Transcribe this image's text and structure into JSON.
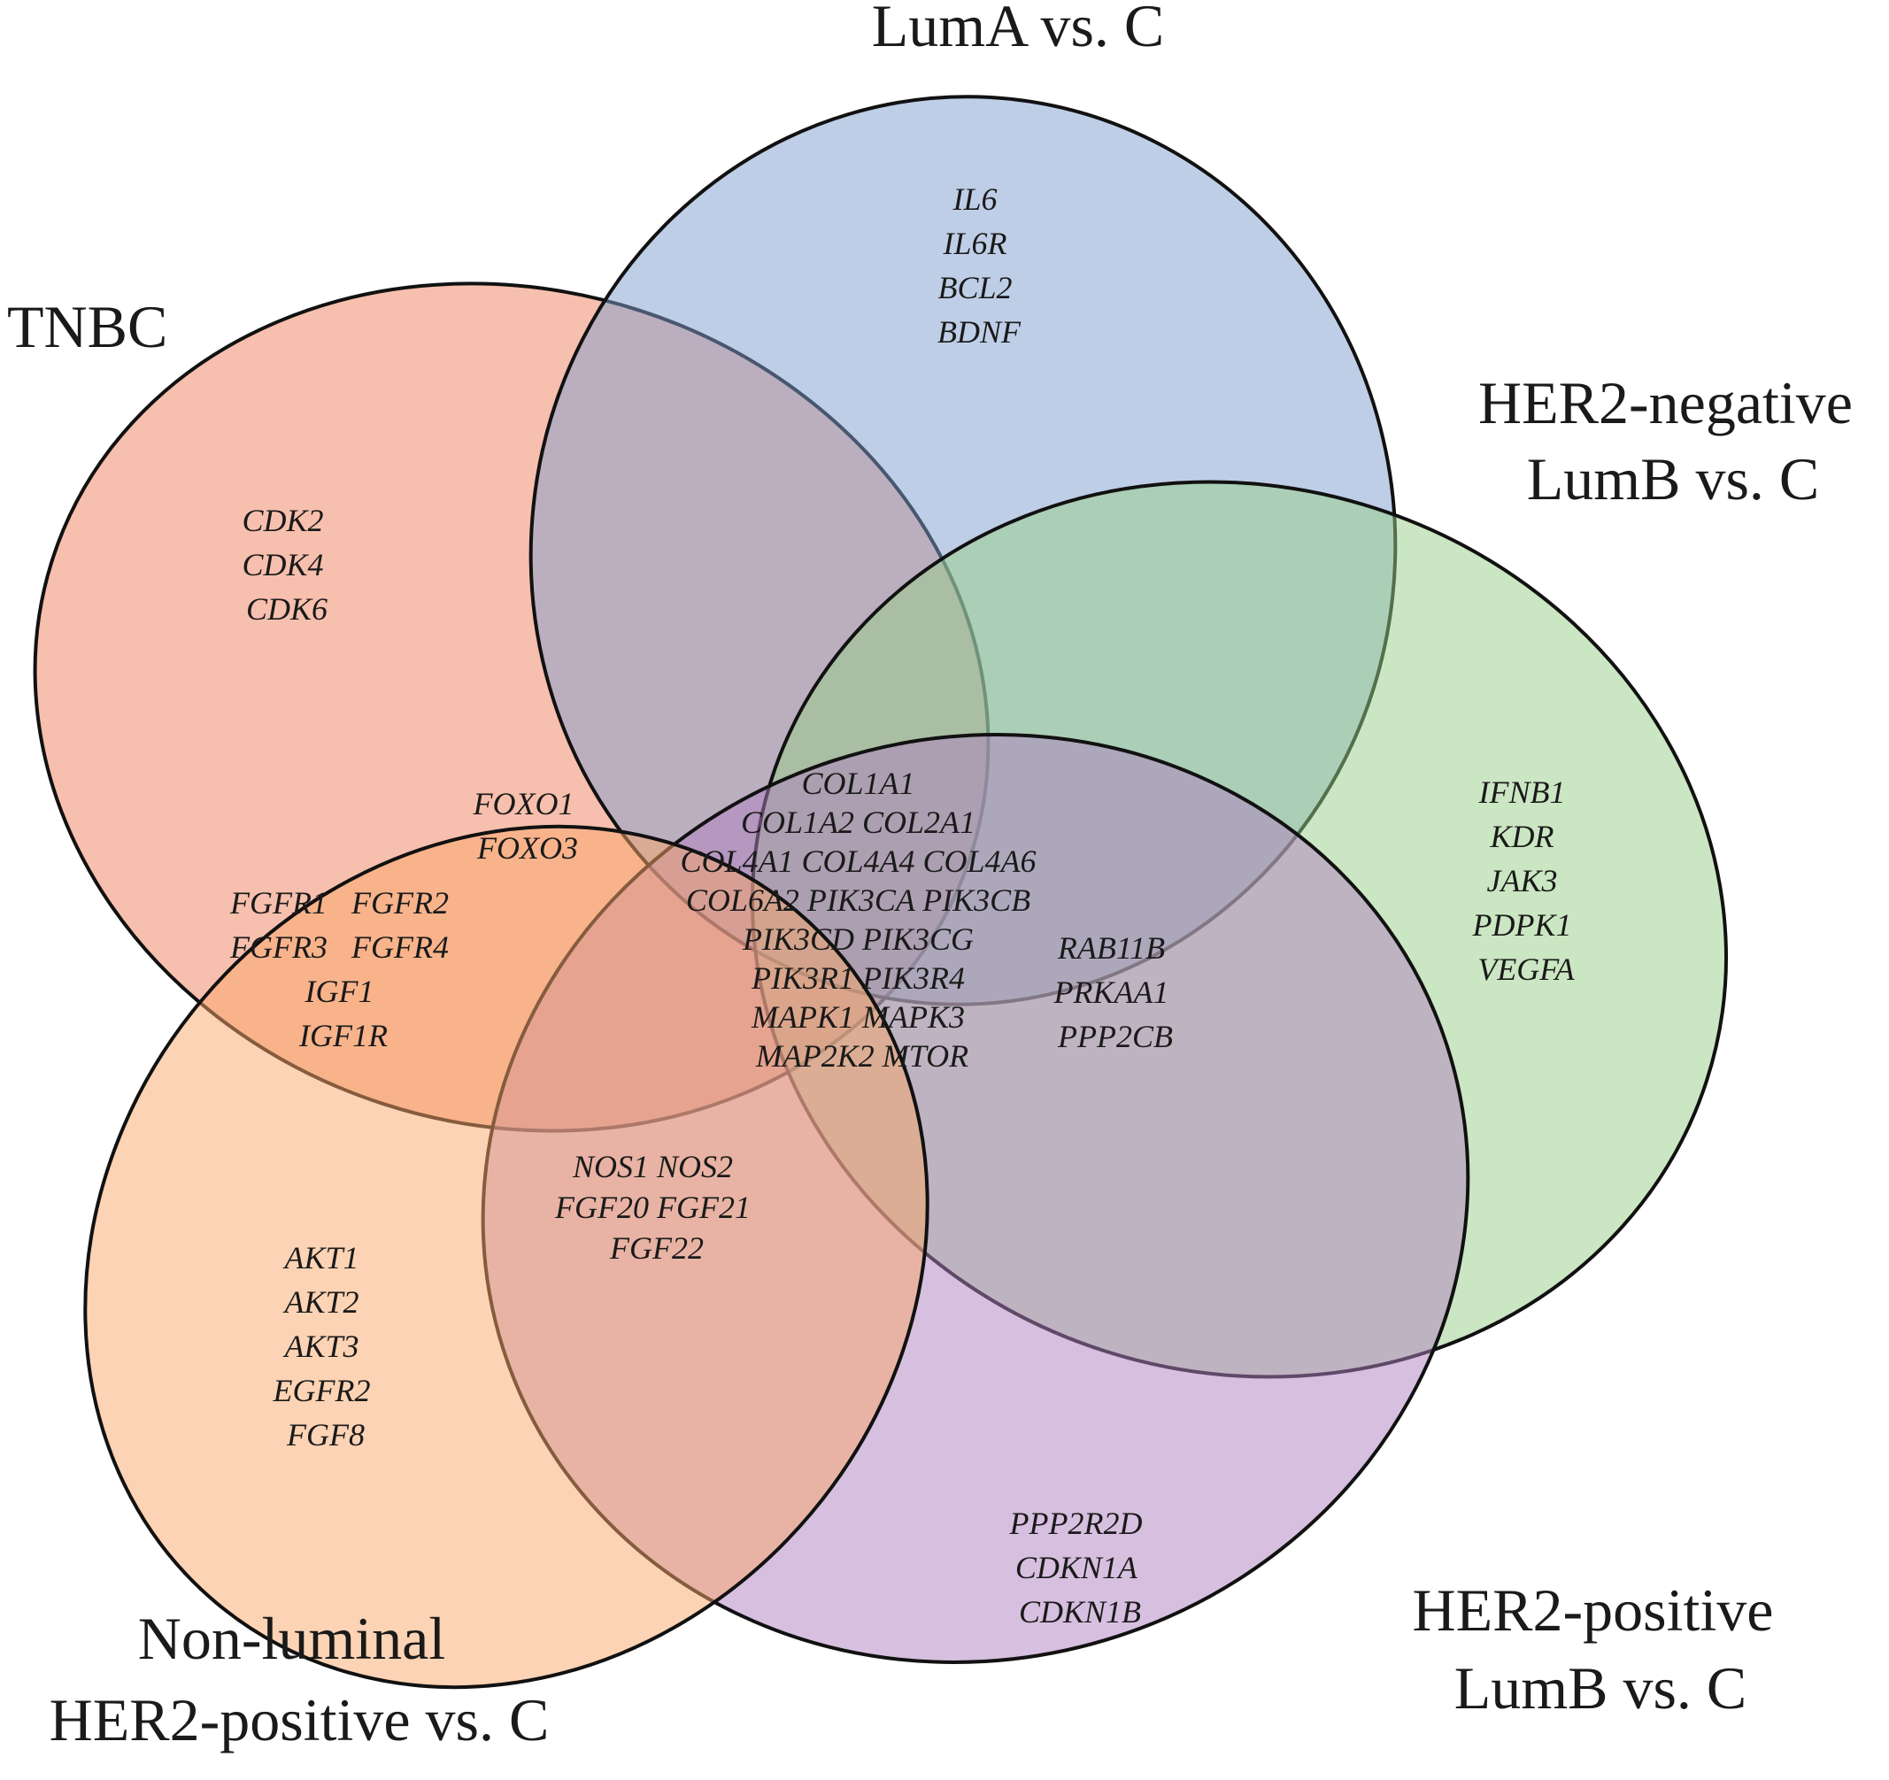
{
  "sets": [
    {
      "id": "tnbc",
      "title_lines": [
        "TNBC"
      ],
      "color": "#f07f5c"
    },
    {
      "id": "luma",
      "title_lines": [
        "LumA vs. C"
      ],
      "color": "#7f9ed0"
    },
    {
      "id": "her2neg",
      "title_lines": [
        "HER2-negative",
        "LumB vs. C"
      ],
      "color": "#98cd86"
    },
    {
      "id": "her2pos",
      "title_lines": [
        "HER2-positive",
        "LumB vs. C"
      ],
      "color": "#b080c0"
    },
    {
      "id": "nonlum",
      "title_lines": [
        "Non-luminal",
        "HER2-positive vs. C"
      ],
      "color": "#faa86a"
    }
  ],
  "regions": [
    {
      "id": "luma-only",
      "genes": [
        "IL6",
        "IL6R",
        "BCL2",
        "BDNF"
      ]
    },
    {
      "id": "tnbc-only",
      "genes": [
        "CDK2",
        "CDK4",
        "CDK6"
      ]
    },
    {
      "id": "her2neg-only",
      "genes": [
        "IFNB1",
        "KDR",
        "JAK3",
        "PDPK1",
        "VEGFA"
      ]
    },
    {
      "id": "her2pos-only",
      "genes": [
        "PPP2R2D",
        "CDKN1A",
        "CDKN1B"
      ]
    },
    {
      "id": "nonlum-only",
      "genes": [
        "AKT1",
        "AKT2",
        "AKT3",
        "EGFR2",
        "FGF8"
      ]
    },
    {
      "id": "foxo",
      "genes": [
        "FOXO1",
        "FOXO3"
      ]
    },
    {
      "id": "fgfr",
      "genes": [
        "FGFR1   FGFR2",
        "FGFR3   FGFR4",
        "IGF1",
        "IGF1R"
      ]
    },
    {
      "id": "core",
      "genes": [
        "COL1A1",
        "COL1A2 COL2A1",
        "COL4A1 COL4A4 COL4A6",
        "COL6A2 PIK3CA PIK3CB",
        "PIK3CD PIK3CG",
        "PIK3R1 PIK3R4",
        "MAPK1 MAPK3",
        "MAP2K2 MTOR"
      ]
    },
    {
      "id": "rab",
      "genes": [
        "RAB11B",
        "PRKAA1",
        "PPP2CB"
      ]
    },
    {
      "id": "nos",
      "genes": [
        "NOS1 NOS2",
        "FGF20 FGF21",
        "FGF22"
      ]
    }
  ]
}
